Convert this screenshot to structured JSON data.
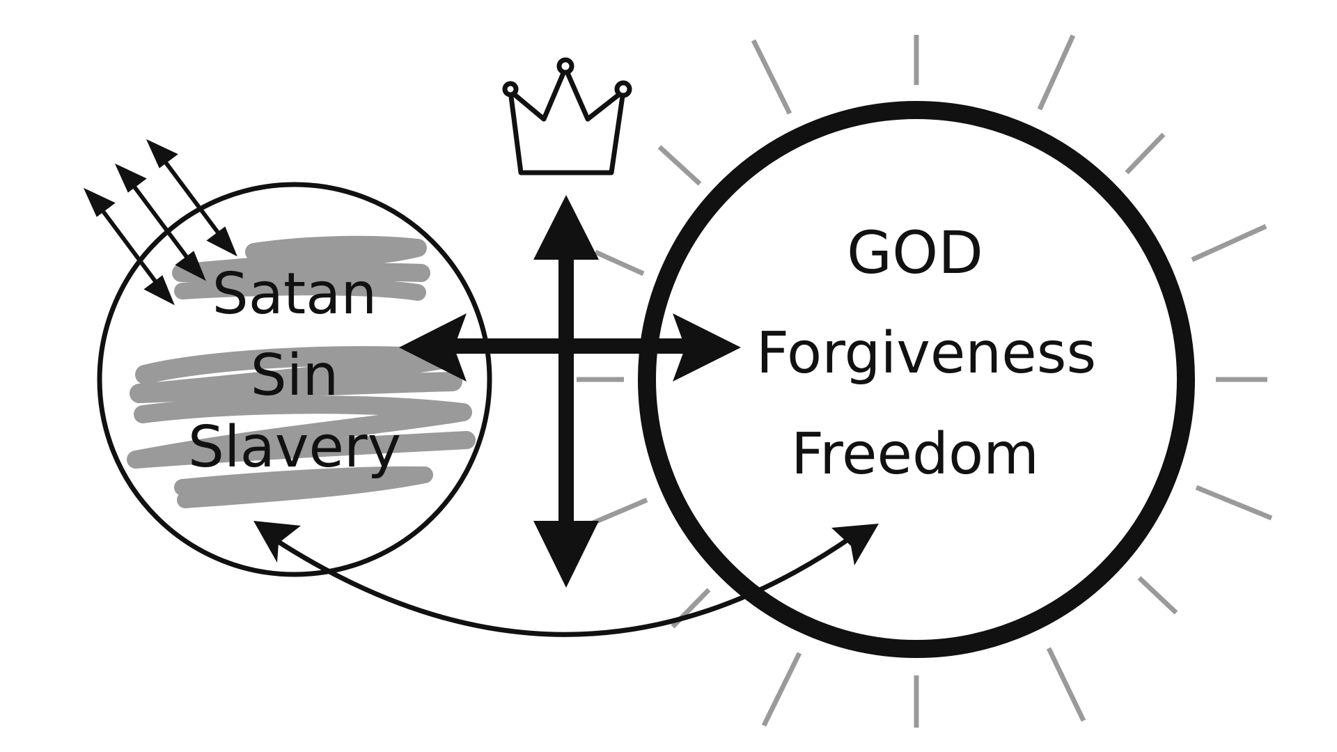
{
  "diagram": {
    "left_circle": {
      "lines": [
        "Satan",
        "Sin",
        "Slavery"
      ]
    },
    "right_circle": {
      "lines": [
        "GOD",
        "Forgiveness",
        "Freedom"
      ]
    },
    "icons": [
      "crown-icon",
      "cross-arrows-icon",
      "sun-rays",
      "fiery-darts-arrows",
      "curved-return-arrow"
    ],
    "colors": {
      "ink": "#111111",
      "scribble": "#9a9a9a",
      "rays": "#9a9a9a",
      "background": "#ffffff"
    }
  }
}
